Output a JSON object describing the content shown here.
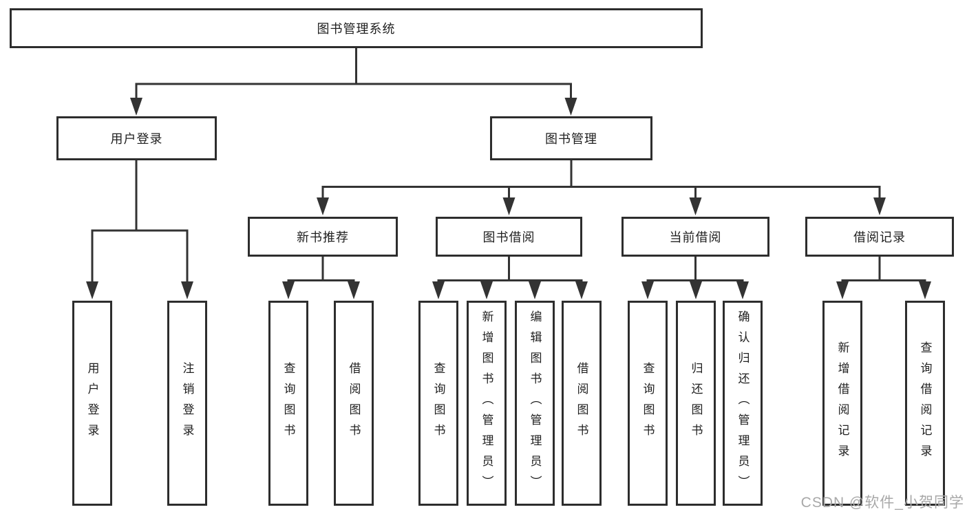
{
  "nodes": {
    "root": "图书管理系统",
    "level2": {
      "login": "用户登录",
      "manage": "图书管理"
    },
    "level3": {
      "recommend": "新书推荐",
      "borrow": "图书借阅",
      "current": "当前借阅",
      "records": "借阅记录"
    },
    "leaves": {
      "login": [
        "用户登录",
        "注销登录"
      ],
      "recommend": [
        "查询图书",
        "借阅图书"
      ],
      "borrow": [
        "查询图书",
        "新增图书（管理员）",
        "编辑图书（管理员）",
        "借阅图书"
      ],
      "current": [
        "查询图书",
        "归还图书",
        "确认归还（管理员）"
      ],
      "records": [
        "新增借阅记录",
        "查询借阅记录"
      ]
    }
  },
  "watermark": "CSDN @软件_小贺同学",
  "colors": {
    "line": "#333333",
    "box_border": "#2d2d2d",
    "text": "#1f1f1f",
    "watermark": "#a8a8a8",
    "background": "#ffffff"
  }
}
